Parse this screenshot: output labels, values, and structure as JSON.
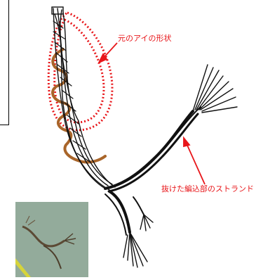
{
  "annotations": {
    "original_eye_shape": "元のアイの形状",
    "unlaid_strands": "抜けた編込部のストランド"
  },
  "colors": {
    "annotation_red": "#e8161a",
    "rope_black": "#111111",
    "rope_brown": "#a9652a",
    "photo_green": "#8aa393"
  },
  "photo": {
    "alt": "Photo of a rope sample on a green surface"
  }
}
